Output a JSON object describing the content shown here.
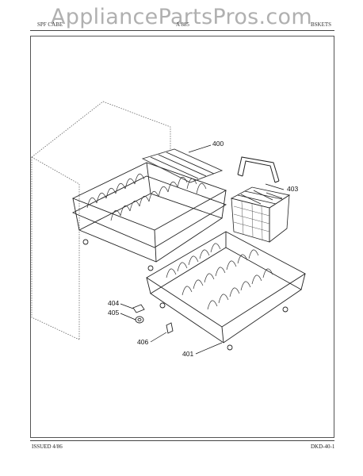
{
  "watermark": "AppliancePartsPros.com",
  "header": {
    "left": "SPF CABE",
    "middle": "A 885",
    "right": "BSKETS"
  },
  "callouts": {
    "p400": "400",
    "p401": "401",
    "p403": "403",
    "p404": "404",
    "p405": "405",
    "p406": "406"
  },
  "footer": {
    "issued": "ISSUED 4/86",
    "page_code": "DKD-40-1"
  }
}
